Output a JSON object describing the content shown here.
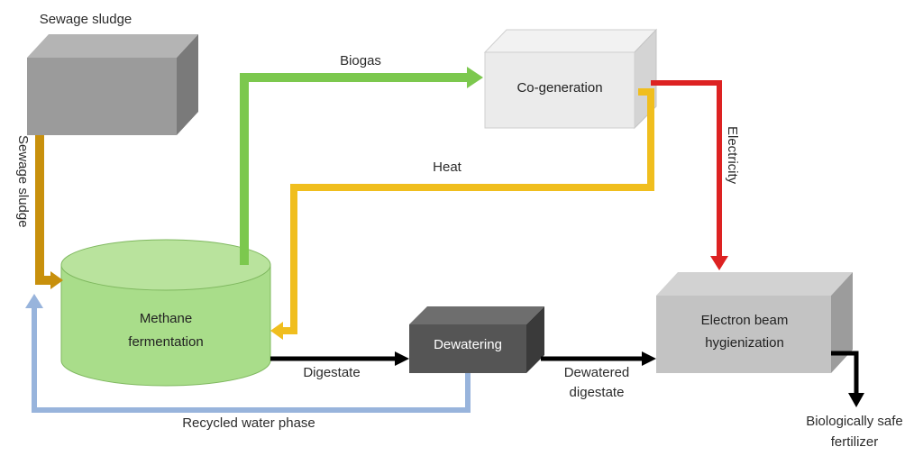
{
  "nodes": {
    "sewage_sludge_box": "Sewage sludge",
    "cogeneration": "Co-generation",
    "methane_line1": "Methane",
    "methane_line2": "fermentation",
    "dewatering": "Dewatering",
    "ebeam_line1": "Electron beam",
    "ebeam_line2": "hygienization"
  },
  "flows": {
    "sewage_sludge": "Sewage sludge",
    "biogas": "Biogas",
    "heat": "Heat",
    "electricity": "Electricity",
    "digestate": "Digestate",
    "dewatered_line1": "Dewatered",
    "dewatered_line2": "digestate",
    "recycled_water": "Recycled water phase",
    "fertilizer_line1": "Biologically safe",
    "fertilizer_line2": "fertilizer"
  },
  "colors": {
    "sewage_arrow": "#c8900c",
    "biogas_arrow": "#7cc84e",
    "heat_arrow": "#f0be1e",
    "electricity_arrow": "#dd2222",
    "recycled_arrow": "#98b4dc",
    "digestate_arrow": "#000000"
  }
}
